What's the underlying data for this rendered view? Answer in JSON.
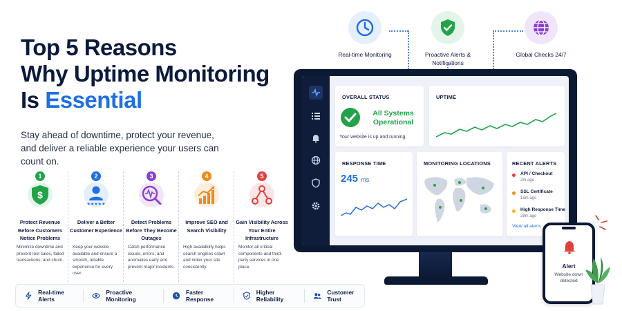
{
  "headline": {
    "line1": "Top 5 Reasons",
    "line2": "Why Uptime Monitoring",
    "line3_prefix": "Is ",
    "line3_accent": "Essential",
    "subtitle": "Stay ahead of downtime, protect your revenue, and deliver a reliable experience your users can count on."
  },
  "reasons": [
    {
      "num": "1",
      "title": "Protect Revenue Before Customers Notice Problems",
      "desc": "Minimize downtime and prevent lost sales, failed transactions, and churn.",
      "icon": "dollar-shield-icon",
      "color": "#22a34a"
    },
    {
      "num": "2",
      "title": "Deliver a Better Customer Experience",
      "desc": "Keep your website available and ensure a smooth, reliable experience for every user.",
      "icon": "user-rating-icon",
      "color": "#1f6fe5"
    },
    {
      "num": "3",
      "title": "Detect Problems Before They Become Outages",
      "desc": "Catch performance issues, errors, and anomalies early and prevent major incidents.",
      "icon": "magnifier-pulse-icon",
      "color": "#8b3dd6"
    },
    {
      "num": "4",
      "title": "Improve SEO and Search Visibility",
      "desc": "High availability helps search engines crawl and index your site consistently.",
      "icon": "growth-chart-icon",
      "color": "#f08a1c"
    },
    {
      "num": "5",
      "title": "Gain Visibility Across Your Entire Infrastructure",
      "desc": "Monitor all critical components and third-party services in one place.",
      "icon": "network-nodes-icon",
      "color": "#e0413b"
    }
  ],
  "features": [
    {
      "label": "Real-time Alerts",
      "icon": "lightning-icon"
    },
    {
      "label": "Proactive Monitoring",
      "icon": "eye-icon"
    },
    {
      "label": "Faster Response",
      "icon": "clock-icon"
    },
    {
      "label": "Higher Reliability",
      "icon": "shield-check-icon"
    },
    {
      "label": "Customer Trust",
      "icon": "users-icon"
    }
  ],
  "process": [
    {
      "label": "Real-time Monitoring",
      "icon": "clock-icon",
      "color": "#1f6fe5"
    },
    {
      "label": "Proactive Alerts & Notifications",
      "icon": "shield-check-icon",
      "color": "#22a34a"
    },
    {
      "label": "Global Checks 24/7",
      "icon": "globe-icon",
      "color": "#8b3dd6"
    }
  ],
  "dashboard": {
    "overall_status": {
      "title": "OVERALL STATUS",
      "status": "All Systems Operational",
      "note": "Your website is up and running."
    },
    "uptime": {
      "title": "UPTIME"
    },
    "response_time": {
      "title": "RESPONSE TIME",
      "value": "245",
      "unit": "ms"
    },
    "locations": {
      "title": "MONITORING LOCATIONS"
    },
    "recent_alerts": {
      "title": "RECENT ALERTS",
      "items": [
        {
          "name": "API / Checkout",
          "time": "2m ago",
          "color": "#e0413b"
        },
        {
          "name": "SSL Certificate",
          "time": "15m ago",
          "color": "#f08a1c"
        },
        {
          "name": "High Response Time",
          "time": "28m ago",
          "color": "#f2b91c"
        }
      ],
      "link": "View all alerts →"
    }
  },
  "phone": {
    "title": "Alert",
    "message": "Website down detected"
  },
  "colors": {
    "navy": "#0b1a3c",
    "accent": "#1f6fe5",
    "green": "#22a34a"
  }
}
